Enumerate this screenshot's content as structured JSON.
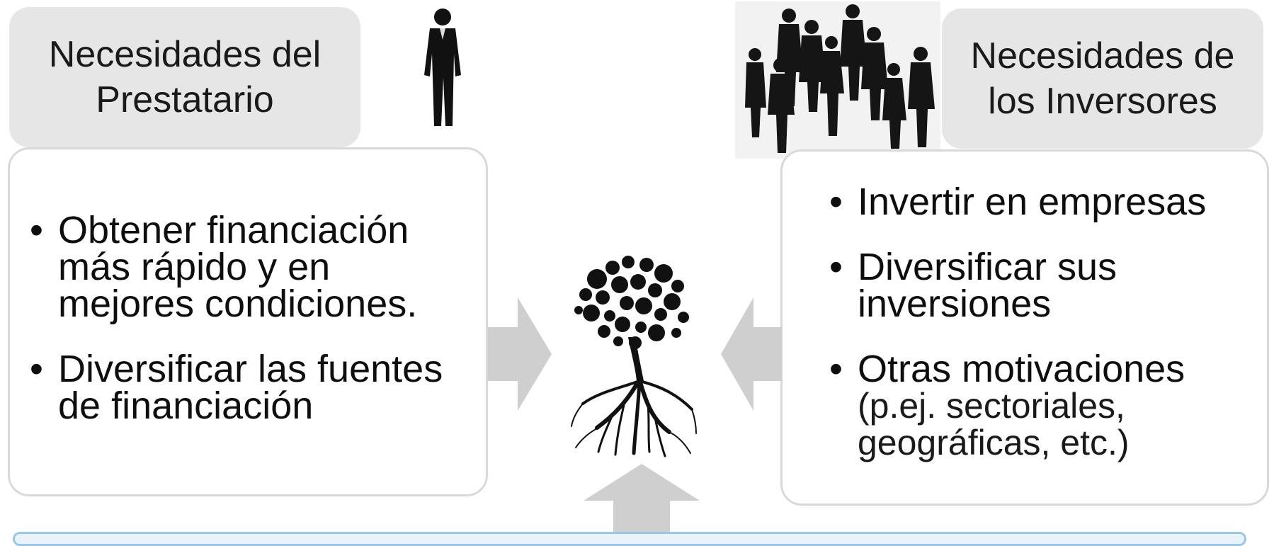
{
  "left": {
    "header_line1": "Necesidades del",
    "header_line2": "Prestatario",
    "bullets": [
      {
        "text": "Obtener financiación más rápido y en mejores condiciones."
      },
      {
        "text": "Diversificar las fuentes de financiación"
      }
    ]
  },
  "right": {
    "header_line1": "Necesidades de",
    "header_line2_prefix": "los ",
    "header_line2_bold": "Inversores",
    "bullets": [
      {
        "text": "Invertir en empresas"
      },
      {
        "text": "Diversificar sus inversiones"
      },
      {
        "text": "Otras motivaciones",
        "sub": "(p.ej. sectoriales, geográficas, etc.)"
      }
    ]
  },
  "icons": {
    "single_person": "businessman-silhouette-icon",
    "group": "group-of-people-silhouette-icon",
    "center": "tree-with-roots-icon"
  },
  "colors": {
    "header_fill": "#e6e6e6",
    "box_border": "#d9d9d9",
    "arrow_fill": "#cfcfcf",
    "bottom_bar_border": "#9cc6e6",
    "bottom_bar_fill": "#e9f3fb"
  }
}
